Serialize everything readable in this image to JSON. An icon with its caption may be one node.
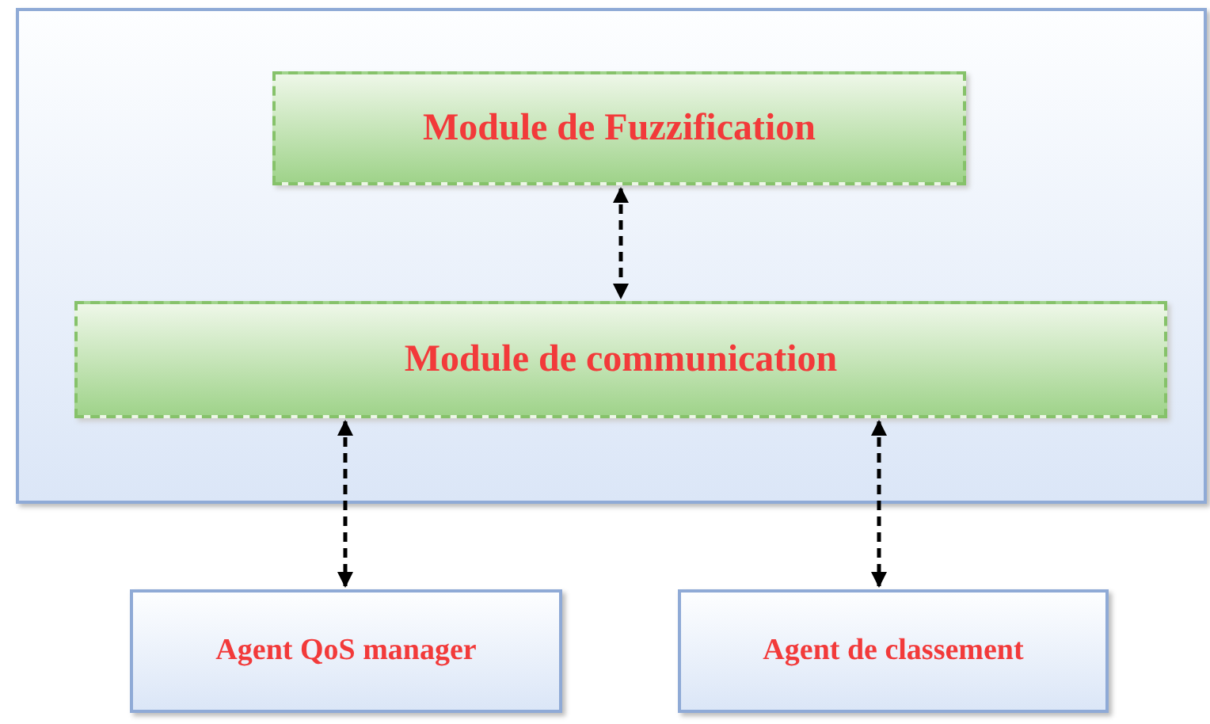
{
  "diagram": {
    "nodes": [
      {
        "text": [],
        "shape": "box"
      },
      {
        "text": [
          "Module de Fuzzification"
        ],
        "in": 0
      },
      {
        "text": [
          "Module de communication"
        ],
        "in": 0
      },
      {
        "text": [
          "Agent QoS manager"
        ]
      },
      {
        "text": [
          "Agent de classement"
        ]
      }
    ],
    "edges": [
      {
        "from": 1,
        "to": 2,
        "arrow": "both",
        "style": "dashed"
      },
      {
        "from": 2,
        "to": 3,
        "arrow": "both",
        "style": "dashed"
      },
      {
        "from": 2,
        "to": 4,
        "arrow": "both",
        "style": "dashed"
      }
    ]
  }
}
